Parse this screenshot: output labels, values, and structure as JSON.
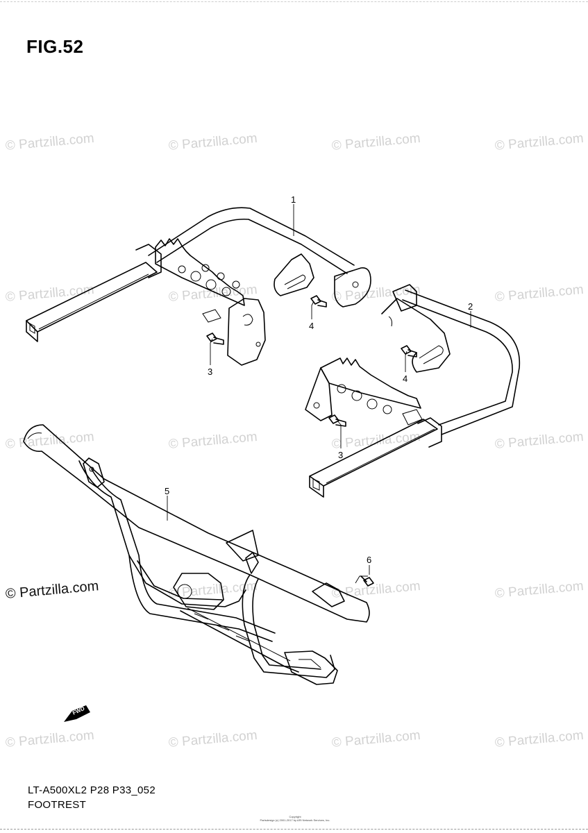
{
  "figure": {
    "title": "FIG.52",
    "code": "LT-A500XL2 P28 P33_052",
    "name": "FOOTREST"
  },
  "watermark": {
    "text": "© Partzilla.com",
    "prominent_text": "© Partzilla.com"
  },
  "fwd_label": "FWD",
  "copyright": {
    "line1": "Copyright",
    "line2": "Partsdesign (c) 2001-2017 by ARI Network Services, Inc."
  },
  "callouts": [
    {
      "id": "callout-1",
      "label": "1"
    },
    {
      "id": "callout-2",
      "label": "2"
    },
    {
      "id": "callout-3a",
      "label": "3"
    },
    {
      "id": "callout-3b",
      "label": "3"
    },
    {
      "id": "callout-4a",
      "label": "4"
    },
    {
      "id": "callout-4b",
      "label": "4"
    },
    {
      "id": "callout-5",
      "label": "5"
    },
    {
      "id": "callout-6",
      "label": "6"
    }
  ],
  "colors": {
    "line": "#000000",
    "watermark": "#d2d2d2",
    "background": "#ffffff"
  }
}
